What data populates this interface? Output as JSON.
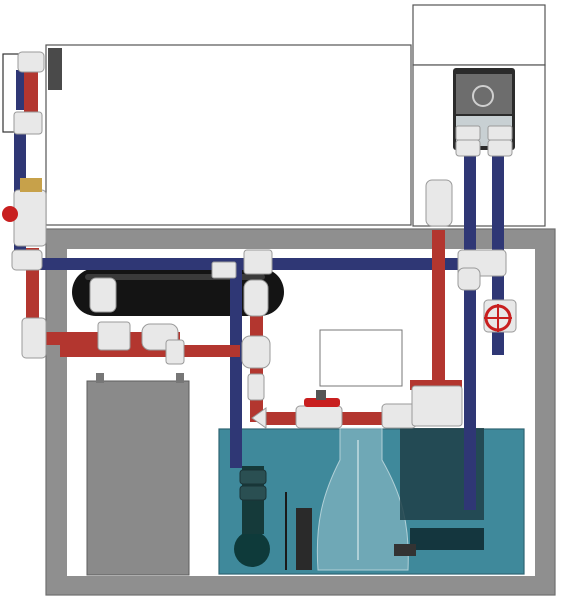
{
  "colors": {
    "background": "#ffffff",
    "cabinet_frame": "#8f8f8f",
    "cabinet_edge": "#6f6f6f",
    "hot_pipe": "#b3362f",
    "cold_pipe": "#2f3775",
    "fitting": "#e8e8e8",
    "fitting_edge": "#9a9a9a",
    "water": "#2f7f93",
    "black_vessel": "#141414",
    "reactor_grey": "#8a8a8a",
    "valve_red": "#c81f1f"
  },
  "icons": [
    "display-tank",
    "overflow-box",
    "cabinet-frame",
    "return-pipe",
    "drain-pipe",
    "horizontal-vessel",
    "ball-valve",
    "gate-valve",
    "sump",
    "protein-skimmer",
    "return-pump",
    "reactor",
    "filter-sock"
  ]
}
